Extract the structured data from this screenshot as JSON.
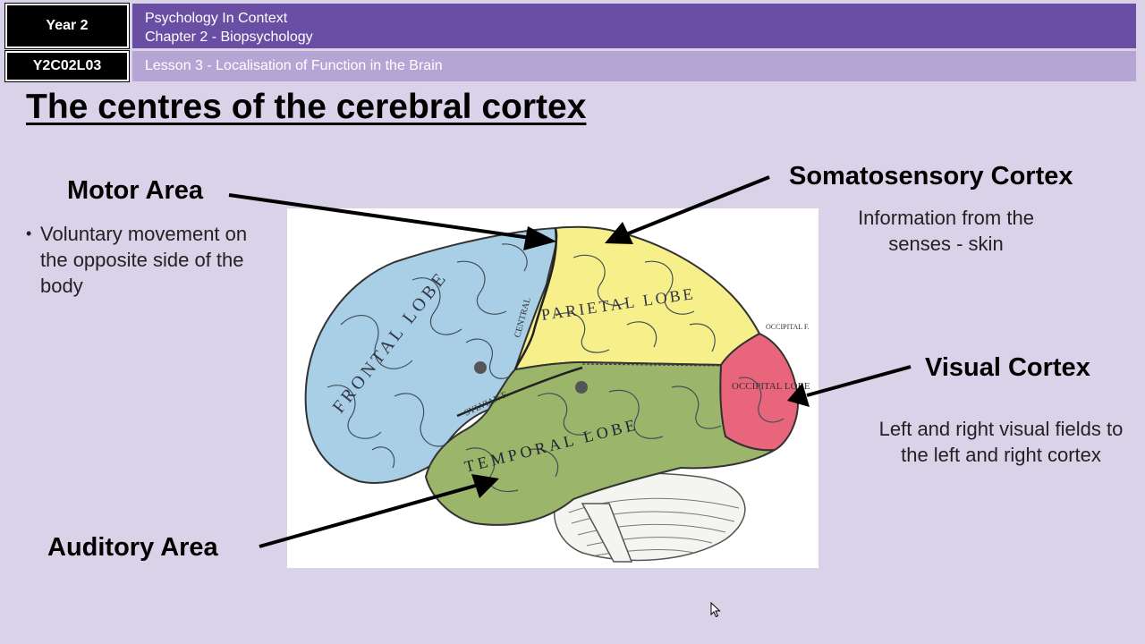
{
  "header": {
    "year": "Year 2",
    "code": "Y2C02L03",
    "course_title": "Psychology In Context",
    "chapter": "Chapter 2 - Biopsychology",
    "lesson": "Lesson 3 - Localisation of Function in the Brain"
  },
  "slide": {
    "title": "The centres of the cerebral cortex",
    "motor": {
      "label": "Motor Area",
      "bullets": [
        "Voluntary movement on the opposite side of the body"
      ]
    },
    "somatosensory": {
      "label": "Somatosensory Cortex",
      "description": "Information from the senses - skin"
    },
    "visual": {
      "label": "Visual Cortex",
      "description": "Left and right visual fields to the left and right cortex"
    },
    "auditory": {
      "label": "Auditory Area"
    }
  },
  "diagram": {
    "labels": {
      "frontal": "FRONTAL LOBE",
      "parietal": "PARIETAL LOBE",
      "temporal": "TEMPORAL LOBE",
      "occipital": "OCCIPITAL LOBE",
      "central": "CENTRAL",
      "sylvian": "SYLVIAN F.",
      "occipital_f": "OCCIPITAL F."
    },
    "colors": {
      "frontal": "#a9cfe6",
      "parietal": "#f7f08a",
      "temporal": "#9bb56a",
      "occipital": "#e8657c"
    }
  }
}
